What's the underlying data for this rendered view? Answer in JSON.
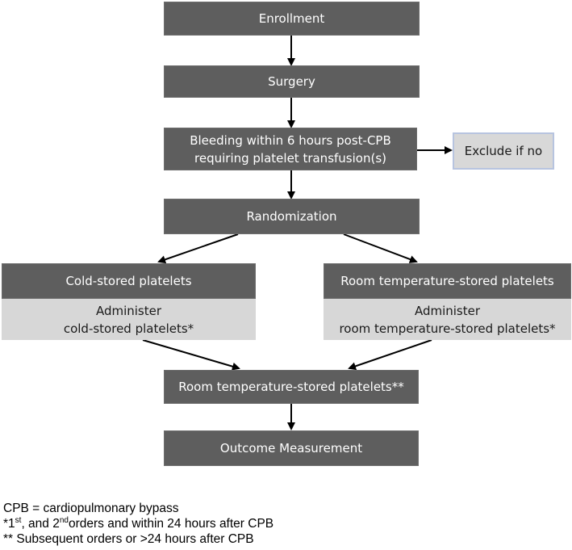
{
  "boxes": {
    "enrollment": "Enrollment",
    "surgery": "Surgery",
    "bleeding_line1": "Bleeding within 6 hours post-CPB",
    "bleeding_line2": "requiring platelet transfusion(s)",
    "exclude": "Exclude if no",
    "randomization": "Randomization",
    "cold_header": "Cold-stored platelets",
    "cold_body_line1": "Administer",
    "cold_body_line2": "cold-stored platelets*",
    "room_header": "Room temperature-stored platelets",
    "room_body_line1": "Administer",
    "room_body_line2": "room temperature-stored platelets*",
    "room_merge": "Room temperature-stored platelets**",
    "outcome": "Outcome Measurement"
  },
  "footnotes": {
    "cpb": "CPB = cardiopulmonary bypass",
    "note1_prefix": "*1",
    "note1_sup1": "st",
    "note1_mid": ", and 2",
    "note1_sup2": "nd",
    "note1_suffix": "orders and within 24 hours after CPB",
    "note2": "** Subsequent orders or >24 hours after CPB"
  },
  "colors": {
    "dark_box": "#5e5e5e",
    "light_box": "#d7d7d7",
    "exclude_border": "#b7c4df"
  }
}
